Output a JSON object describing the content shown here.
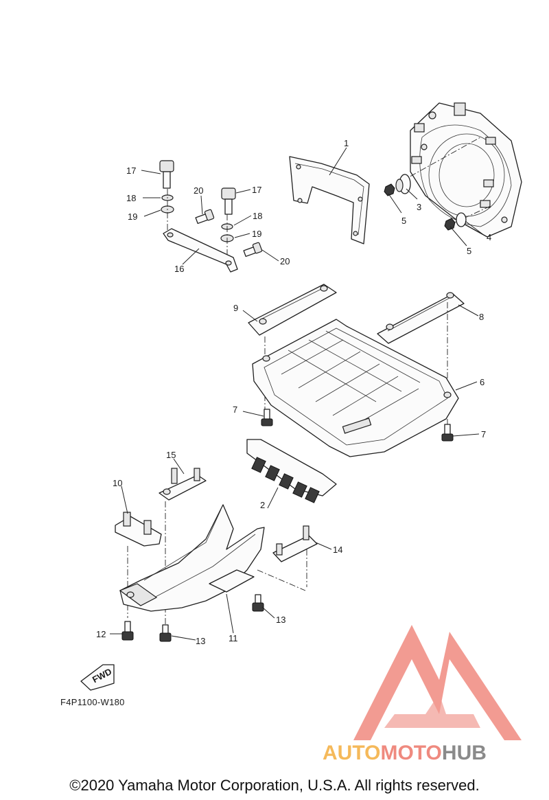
{
  "diagram": {
    "callouts": [
      {
        "id": "c1",
        "label": "1"
      },
      {
        "id": "c2",
        "label": "2"
      },
      {
        "id": "c3",
        "label": "3"
      },
      {
        "id": "c4",
        "label": "4"
      },
      {
        "id": "c5a",
        "label": "5"
      },
      {
        "id": "c5b",
        "label": "5"
      },
      {
        "id": "c6",
        "label": "6"
      },
      {
        "id": "c7a",
        "label": "7"
      },
      {
        "id": "c7b",
        "label": "7"
      },
      {
        "id": "c8",
        "label": "8"
      },
      {
        "id": "c9",
        "label": "9"
      },
      {
        "id": "c10",
        "label": "10"
      },
      {
        "id": "c11",
        "label": "11"
      },
      {
        "id": "c12",
        "label": "12"
      },
      {
        "id": "c13a",
        "label": "13"
      },
      {
        "id": "c13b",
        "label": "13"
      },
      {
        "id": "c14",
        "label": "14"
      },
      {
        "id": "c15",
        "label": "15"
      },
      {
        "id": "c16",
        "label": "16"
      },
      {
        "id": "c17a",
        "label": "17"
      },
      {
        "id": "c17b",
        "label": "17"
      },
      {
        "id": "c18a",
        "label": "18"
      },
      {
        "id": "c18b",
        "label": "18"
      },
      {
        "id": "c19a",
        "label": "19"
      },
      {
        "id": "c19b",
        "label": "19"
      },
      {
        "id": "c20a",
        "label": "20"
      },
      {
        "id": "c20b",
        "label": "20"
      }
    ],
    "fwd_label": "FWD",
    "figure_code": "F4P1100-W180"
  },
  "watermark": {
    "part1": "AUTO",
    "part2": "MOTO",
    "part3": "HUB",
    "colors": {
      "auto": "#f5b95a",
      "moto": "#ef8a7f",
      "hub": "#8a8a8a",
      "logo": "#f08a80"
    }
  },
  "footer": {
    "copyright": "©2020 Yamaha Motor Corporation, U.S.A. All rights reserved."
  }
}
